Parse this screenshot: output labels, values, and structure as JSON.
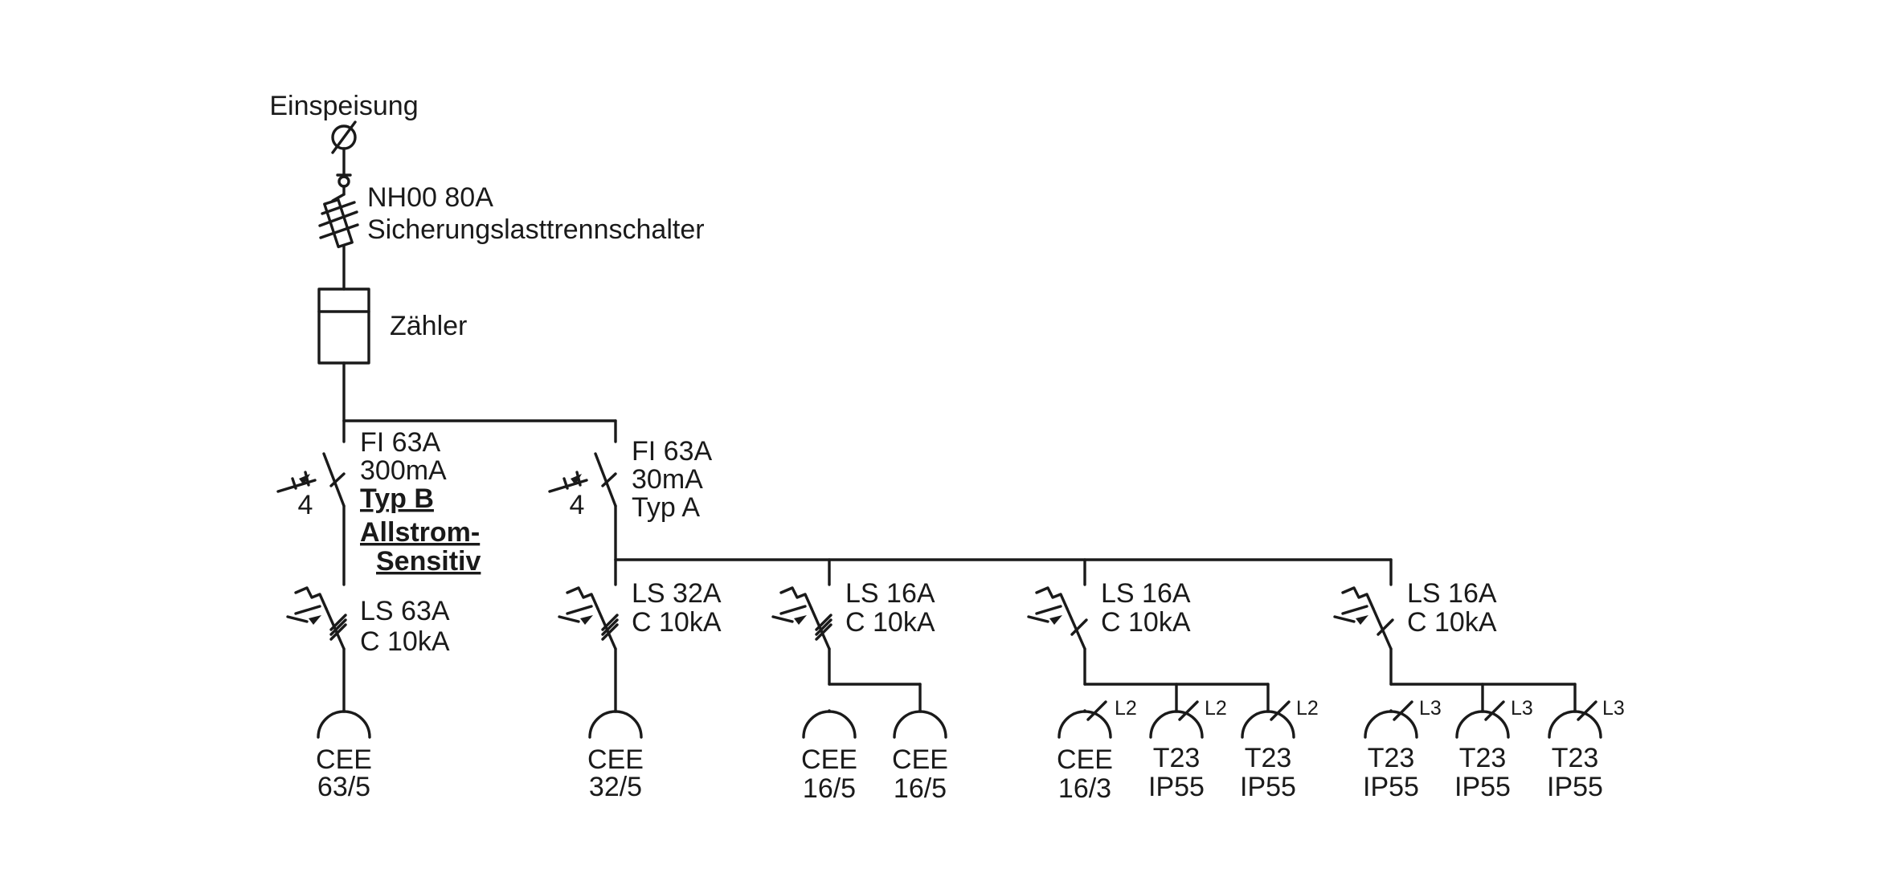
{
  "feed": {
    "label": "Einspeisung"
  },
  "fuse_switch": {
    "line1": "NH00 80A",
    "line2": "Sicherungslasttrennschalter"
  },
  "meter": {
    "label": "Zähler"
  },
  "rcd_1": {
    "line1": "FI 63A",
    "line2": "300mA",
    "line3": "Typ B",
    "line4": "Allstrom-",
    "line5": "Sensitiv",
    "poles": "4"
  },
  "rcd_2": {
    "line1": "FI 63A",
    "line2": "30mA",
    "line3": "Typ A",
    "poles": "4"
  },
  "breakers": [
    {
      "line1": "LS 63A",
      "line2": "C 10kA"
    },
    {
      "line1": "LS 32A",
      "line2": "C 10kA"
    },
    {
      "line1": "LS 16A",
      "line2": "C 10kA"
    },
    {
      "line1": "LS 16A",
      "line2": "C 10kA"
    },
    {
      "line1": "LS 16A",
      "line2": "C 10kA"
    }
  ],
  "outlets": [
    {
      "line1": "CEE",
      "line2": "63/5",
      "phase": ""
    },
    {
      "line1": "CEE",
      "line2": "32/5",
      "phase": ""
    },
    {
      "line1": "CEE",
      "line2": "16/5",
      "phase": ""
    },
    {
      "line1": "CEE",
      "line2": "16/5",
      "phase": ""
    },
    {
      "line1": "CEE",
      "line2": "16/3",
      "phase": "L2"
    },
    {
      "line1": "T23",
      "line2": "IP55",
      "phase": "L2"
    },
    {
      "line1": "T23",
      "line2": "IP55",
      "phase": "L2"
    },
    {
      "line1": "T23",
      "line2": "IP55",
      "phase": "L3"
    },
    {
      "line1": "T23",
      "line2": "IP55",
      "phase": "L3"
    },
    {
      "line1": "T23",
      "line2": "IP55",
      "phase": "L3"
    }
  ]
}
